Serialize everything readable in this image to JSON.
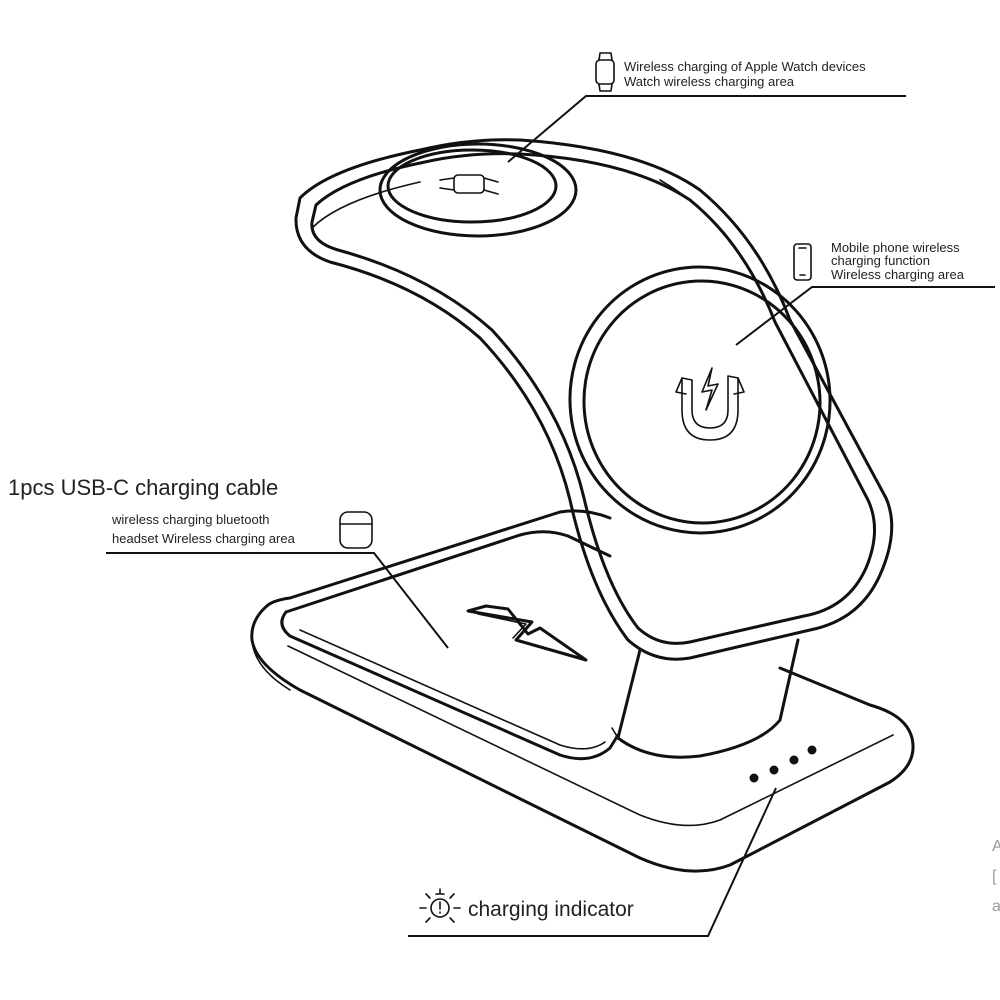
{
  "callouts": {
    "watch": {
      "line1": "Wireless charging of Apple Watch devices",
      "line2": "Watch wireless charging area",
      "icon": "apple-watch-icon"
    },
    "phone": {
      "line1": "Mobile phone wireless",
      "line2": "charging function",
      "line3": "Wireless charging area",
      "icon": "smartphone-icon"
    },
    "cable": {
      "text": "1pcs USB-C charging cable"
    },
    "earbuds": {
      "line1": "wireless charging bluetooth",
      "line2": "headset Wireless charging area",
      "icon": "earbuds-case-icon"
    },
    "indicator": {
      "text": "charging indicator",
      "icon": "light-indicator-icon"
    }
  },
  "edge_fragments": [
    "A",
    "[",
    "a"
  ],
  "colors": {
    "stroke": "#111111",
    "text": "#222222",
    "ghost": "#9a9a9a"
  }
}
